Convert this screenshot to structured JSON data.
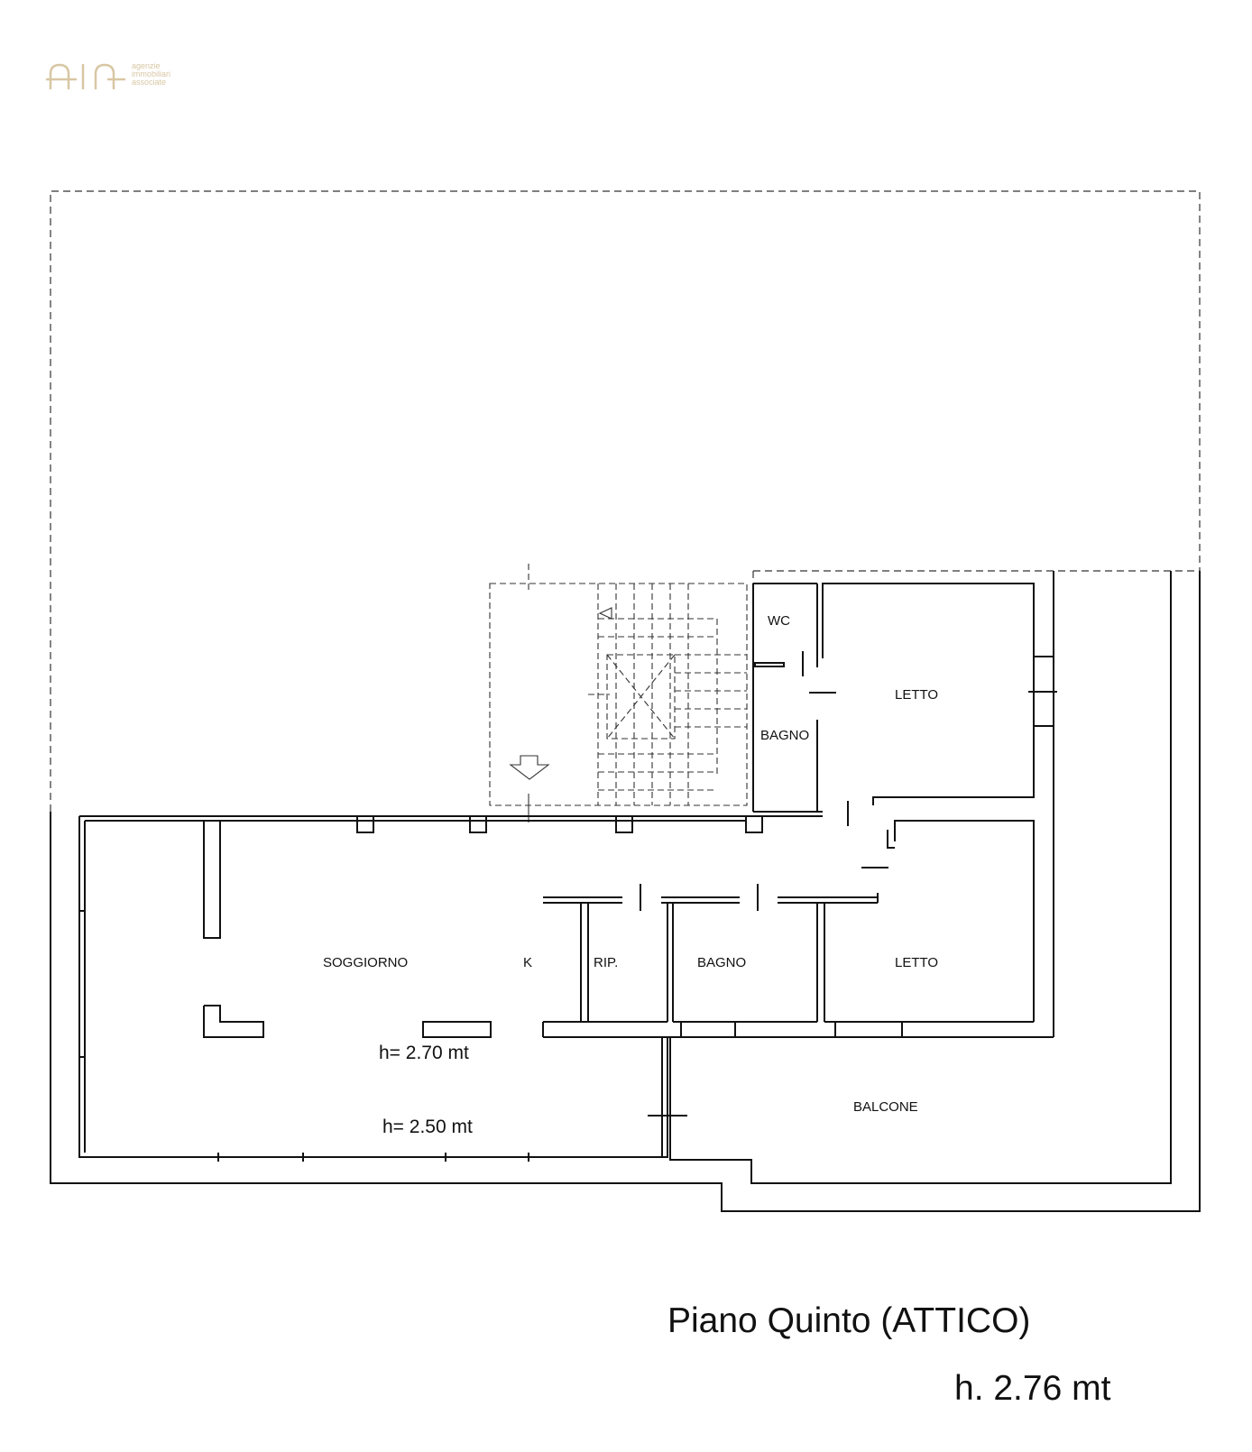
{
  "logo": {
    "mark": "AIA",
    "lines": [
      "agenzie",
      "immobiliari",
      "associate"
    ],
    "color": "#d8c7a4"
  },
  "rooms": {
    "wc": "WC",
    "letto_top": "LETTO",
    "bagno_left": "BAGNO",
    "soggiorno": "SOGGIORNO",
    "kitchen": "K",
    "ripostiglio": "RIP.",
    "bagno_mid": "BAGNO",
    "letto_bottom": "LETTO",
    "balcone": "BALCONE"
  },
  "heights": {
    "inner": "h= 2.70 mt",
    "outer": "h= 2.50 mt"
  },
  "caption": {
    "title": "Piano Quinto (ATTICO)",
    "height": "h. 2.76 mt"
  }
}
